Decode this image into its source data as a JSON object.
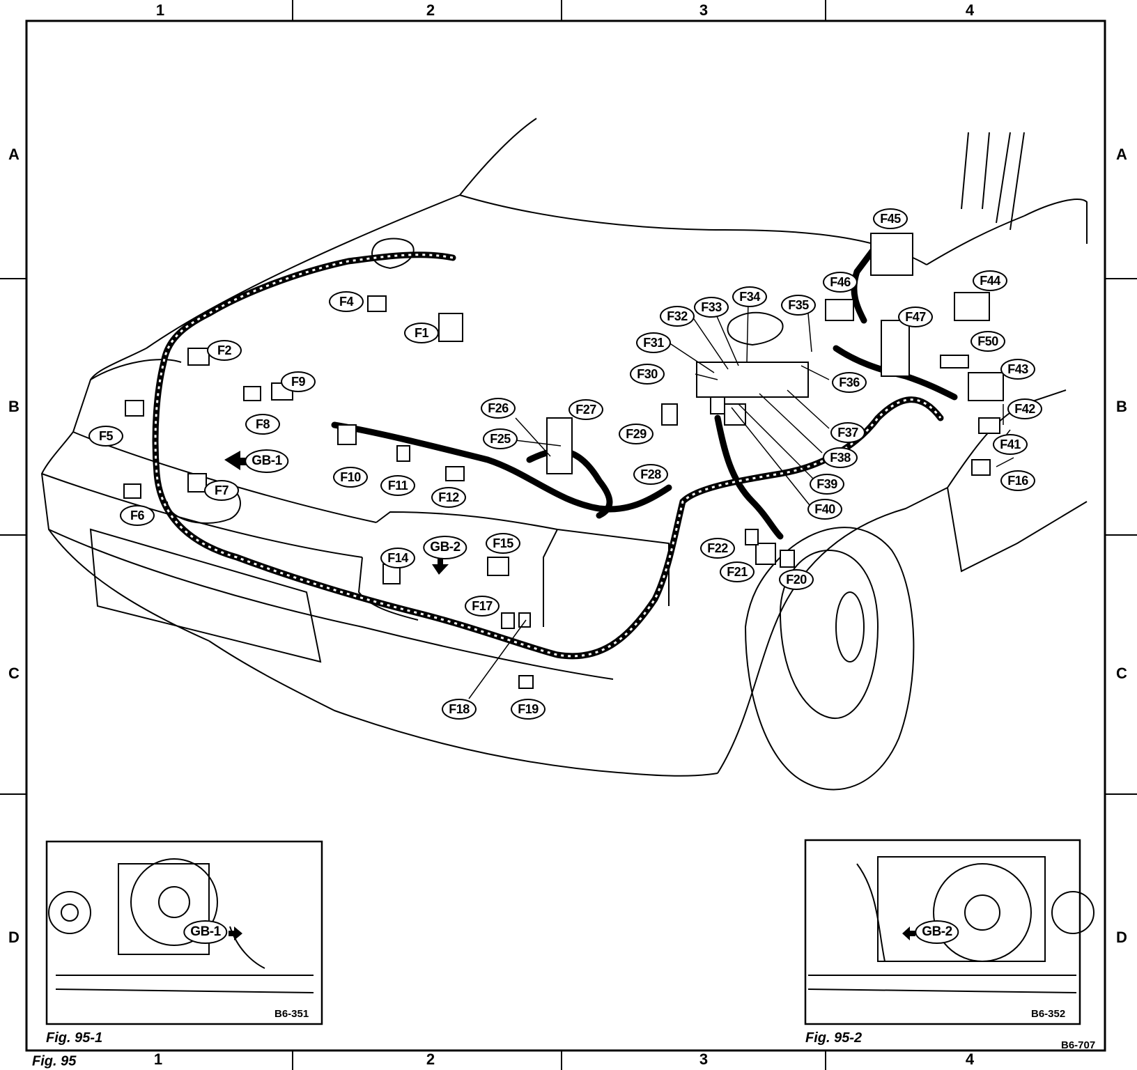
{
  "grid": {
    "columns_top": [
      "1",
      "2",
      "3",
      "4"
    ],
    "columns_bottom": [
      "1",
      "2",
      "3",
      "4"
    ],
    "rows_left": [
      "A",
      "B",
      "C",
      "D"
    ],
    "rows_right": [
      "A",
      "B",
      "C",
      "D"
    ]
  },
  "main_figure": {
    "callouts": [
      "F1",
      "F2",
      "F4",
      "F5",
      "F6",
      "F7",
      "F8",
      "F9",
      "F10",
      "F11",
      "F12",
      "F14",
      "F15",
      "F16",
      "F17",
      "F18",
      "F19",
      "F20",
      "F21",
      "F22",
      "F25",
      "F26",
      "F27",
      "F28",
      "F29",
      "F30",
      "F31",
      "F32",
      "F33",
      "F34",
      "F35",
      "F36",
      "F37",
      "F38",
      "F39",
      "F40",
      "F41",
      "F42",
      "F43",
      "F44",
      "F45",
      "F46",
      "F47",
      "F50"
    ],
    "ground_labels": [
      "GB-1",
      "GB-2"
    ],
    "caption": "Fig. 95",
    "drawing_code": "B6-707"
  },
  "inset_1": {
    "label": "GB-1",
    "code": "B6-351",
    "caption": "Fig. 95-1"
  },
  "inset_2": {
    "label": "GB-2",
    "code": "B6-352",
    "caption": "Fig. 95-2"
  }
}
